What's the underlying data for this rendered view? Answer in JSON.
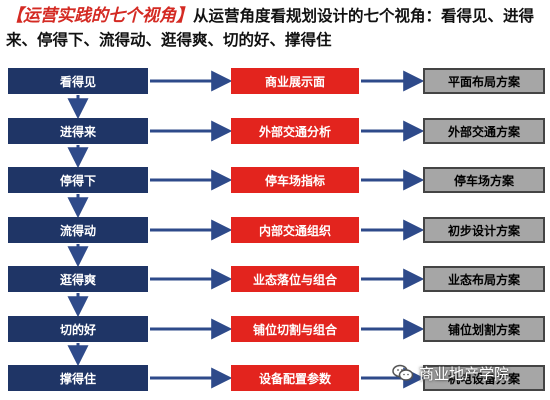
{
  "header": {
    "title": "【运营实践的七个视角】",
    "subtitle": "从运营角度看规划设计的七个视角：看得见、进得来、停得下、流得动、逛得爽、切的好、撑得住"
  },
  "rows": [
    {
      "perspective": "看得见",
      "factor": "商业展示面",
      "plan": "平面布局方案"
    },
    {
      "perspective": "进得来",
      "factor": "外部交通分析",
      "plan": "外部交通方案"
    },
    {
      "perspective": "停得下",
      "factor": "停车场指标",
      "plan": "停车场方案"
    },
    {
      "perspective": "流得动",
      "factor": "内部交通组织",
      "plan": "初步设计方案"
    },
    {
      "perspective": "逛得爽",
      "factor": "业态落位与组合",
      "plan": "业态布局方案"
    },
    {
      "perspective": "切的好",
      "factor": "铺位切割与组合",
      "plan": "铺位划割方案"
    },
    {
      "perspective": "撑得住",
      "factor": "设备配置参数",
      "plan": "机电设备方案"
    }
  ],
  "watermark": {
    "text": "商业地产学院",
    "icon": "wechat-icon"
  },
  "colors": {
    "title": "#d42a23",
    "perspective_box": "#1f3566",
    "factor_box": "#e3241e",
    "plan_box": "#a6a6a6",
    "arrow": "#2e4a8a"
  }
}
